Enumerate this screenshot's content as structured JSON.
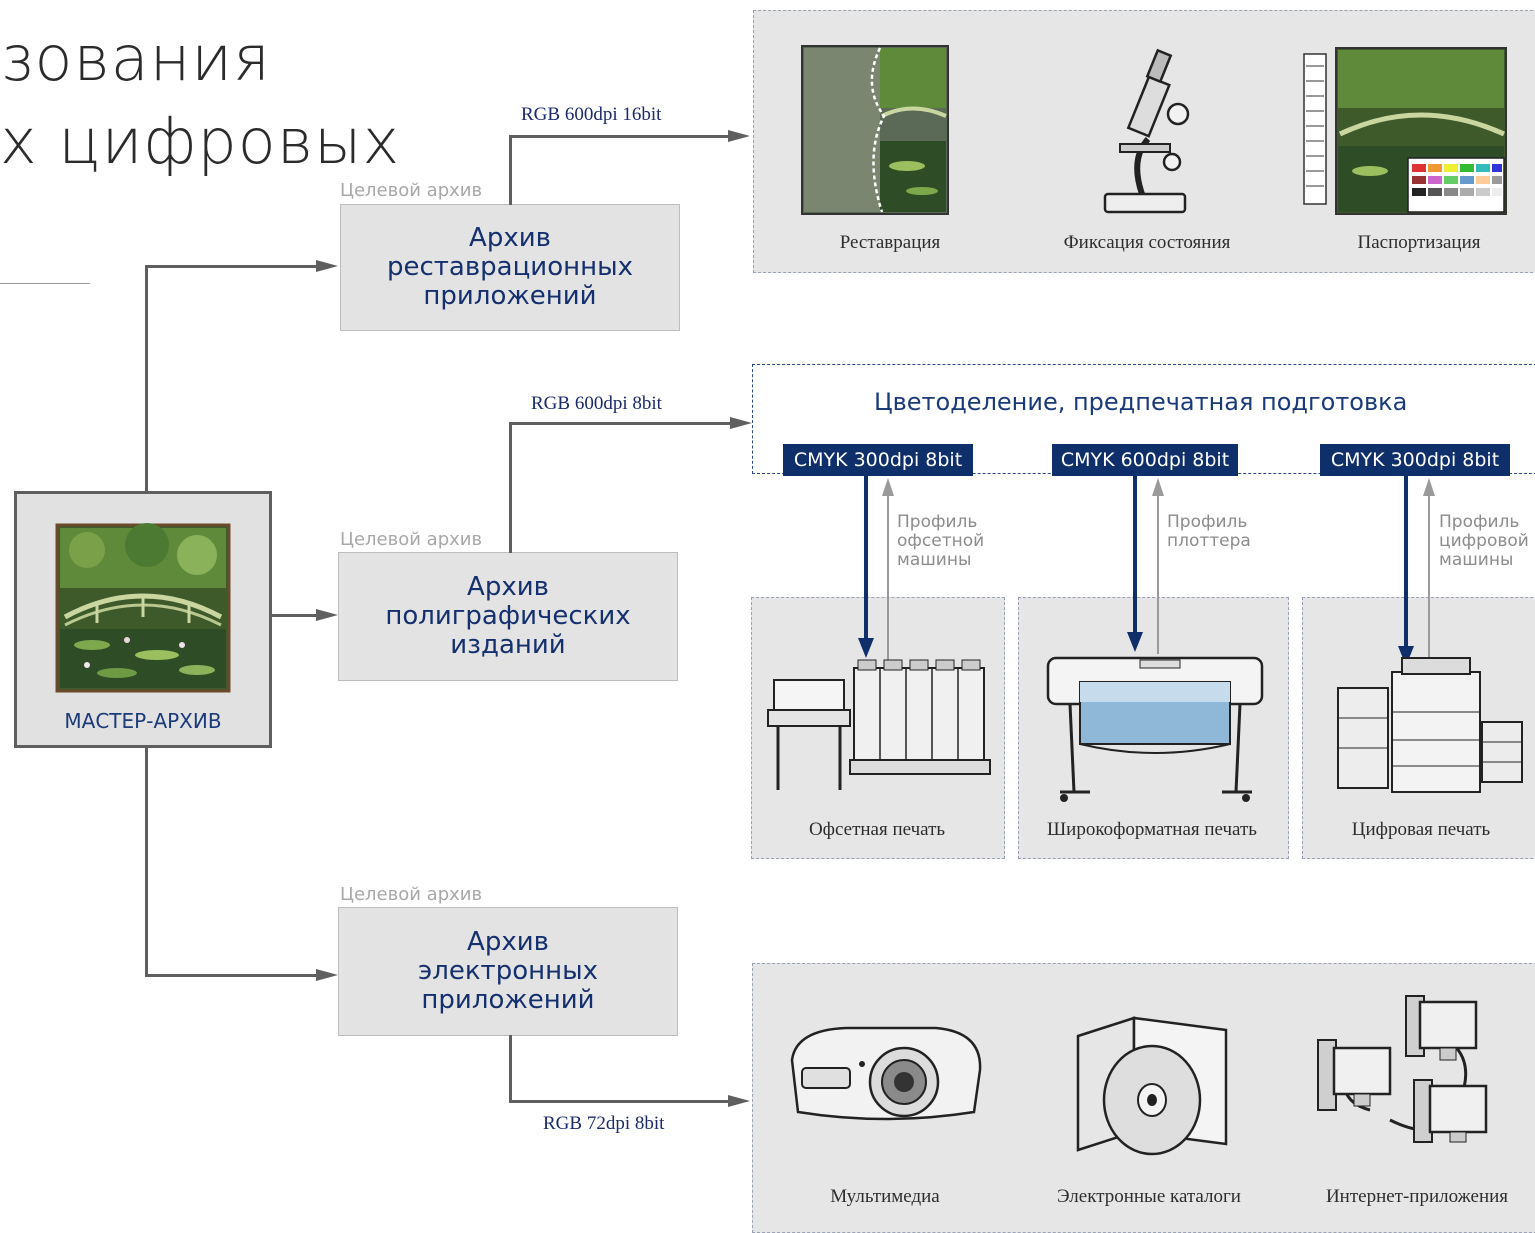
{
  "heading": {
    "line1": "зования",
    "line2": "х цифровых"
  },
  "master": {
    "label": "МАСТЕР-АРХИВ",
    "image": "monet-water-lily-bridge-thumbnail"
  },
  "archives": [
    {
      "caption": "Целевой архив",
      "title": "Архив\nреставрационных\nприложений",
      "spec": "RGB 600dpi 16bit"
    },
    {
      "caption": "Целевой архив",
      "title": "Архив\nполиграфических\nизданий",
      "spec": "RGB 600dpi 8bit"
    },
    {
      "caption": "Целевой архив",
      "title": "Архив\nэлектронных\nприложений",
      "spec": "RGB 72dpi 8bit"
    }
  ],
  "restoration_panel": {
    "items": [
      {
        "label": "Реставрация",
        "icon": "painting-restoration-icon"
      },
      {
        "label": "Фиксация состояния",
        "icon": "microscope-icon"
      },
      {
        "label": "Паспортизация",
        "icon": "painting-color-chart-icon"
      }
    ]
  },
  "print_panel": {
    "title": "Цветоделение, предпечатная подготовка",
    "channels": [
      {
        "cmyk": "CMYK 300dpi 8bit",
        "profile": "Профиль\nофсетной\nмашины",
        "label": "Офсетная печать",
        "icon": "offset-press-icon"
      },
      {
        "cmyk": "CMYK 600dpi 8bit",
        "profile": "Профиль\nплоттера",
        "label": "Широкоформатная печать",
        "icon": "wide-format-plotter-icon"
      },
      {
        "cmyk": "CMYK 300dpi 8bit",
        "profile": "Профиль\nцифровой\nмашины",
        "label": "Цифровая печать",
        "icon": "digital-press-icon"
      }
    ]
  },
  "electronic_panel": {
    "items": [
      {
        "label": "Мультимедиа",
        "icon": "projector-icon"
      },
      {
        "label": "Электронные каталоги",
        "icon": "cd-case-icon"
      },
      {
        "label": "Интернет-приложения",
        "icon": "network-computers-icon"
      }
    ]
  },
  "colors": {
    "navy": "#0f2f6b",
    "archive_text": "#14306e",
    "panel_bg": "#e6e6e6",
    "connector": "#5f5f5f"
  }
}
